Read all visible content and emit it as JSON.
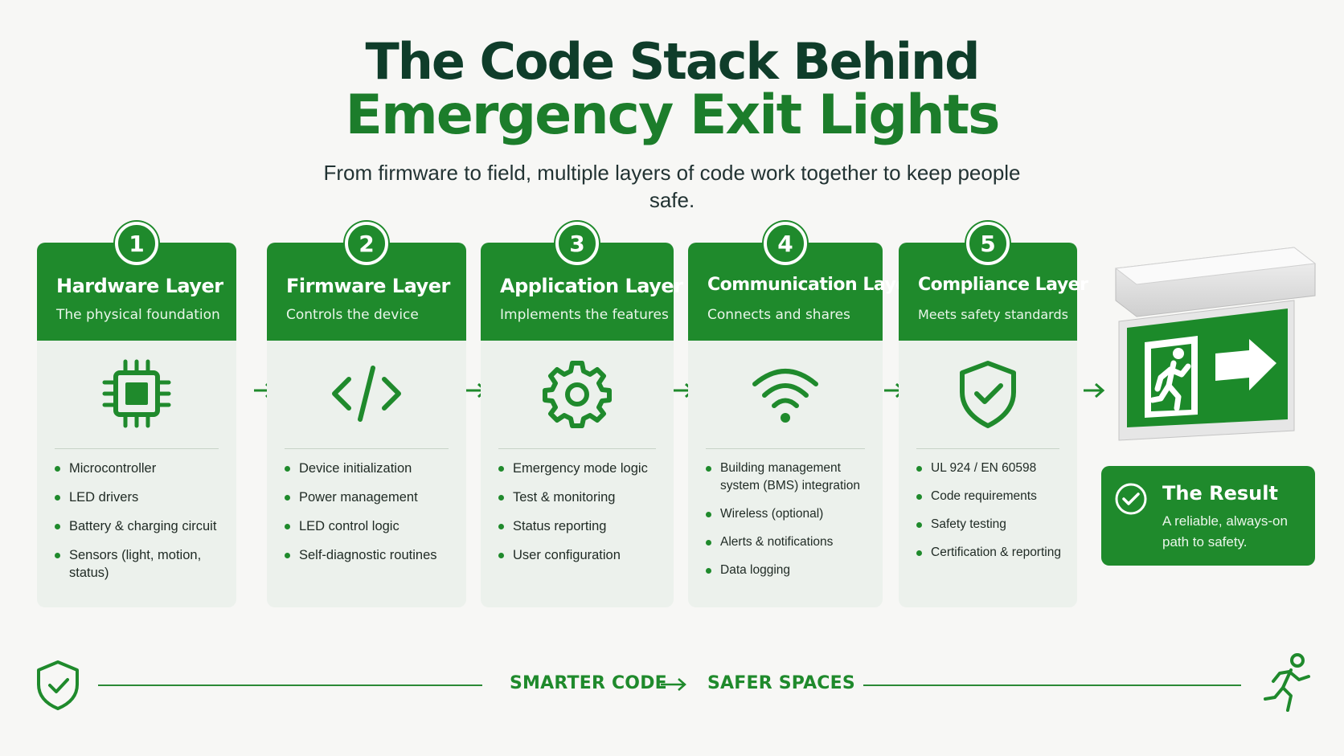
{
  "header": {
    "title_line1": "The Code Stack Behind",
    "title_line2": "Emergency Exit Lights",
    "subtitle": "From firmware to field, multiple layers of code work together to keep people safe."
  },
  "layers": [
    {
      "number": "1",
      "title": "Hardware Layer",
      "subtitle": "The physical foundation",
      "icon": "chip-icon",
      "items": [
        "Microcontroller",
        "LED drivers",
        "Battery & charging circuit",
        "Sensors (light, motion, status)"
      ]
    },
    {
      "number": "2",
      "title": "Firmware Layer",
      "subtitle": "Controls the device",
      "icon": "code-icon",
      "items": [
        "Device initialization",
        "Power management",
        "LED control logic",
        "Self-diagnostic routines"
      ]
    },
    {
      "number": "3",
      "title": "Application Layer",
      "subtitle": "Implements the features",
      "icon": "gear-icon",
      "items": [
        "Emergency mode logic",
        "Test & monitoring",
        "Status reporting",
        "User configuration"
      ]
    },
    {
      "number": "4",
      "title": "Communication Layer",
      "subtitle": "Connects and shares",
      "icon": "wifi-icon",
      "items": [
        "Building management system (BMS) integration",
        "Wireless (optional)",
        "Alerts & notifications",
        "Data logging"
      ]
    },
    {
      "number": "5",
      "title": "Compliance Layer",
      "subtitle": "Meets safety standards",
      "icon": "shield-check-icon",
      "items": [
        "UL 924 / EN 60598",
        "Code requirements",
        "Safety testing",
        "Certification & reporting"
      ]
    }
  ],
  "result": {
    "title": "The Result",
    "text": "A reliable, always-on path to safety.",
    "icon": "check-circle-icon"
  },
  "footer": {
    "left_text": "SMARTER CODE",
    "right_text": "SAFER SPACES",
    "left_icon": "shield-check-icon",
    "right_icon": "running-person-icon"
  },
  "colors": {
    "primary_green": "#1f8a2c",
    "dark_green": "#0f3d2a",
    "card_bg": "#ecf1ec",
    "page_bg": "#f7f7f5"
  }
}
